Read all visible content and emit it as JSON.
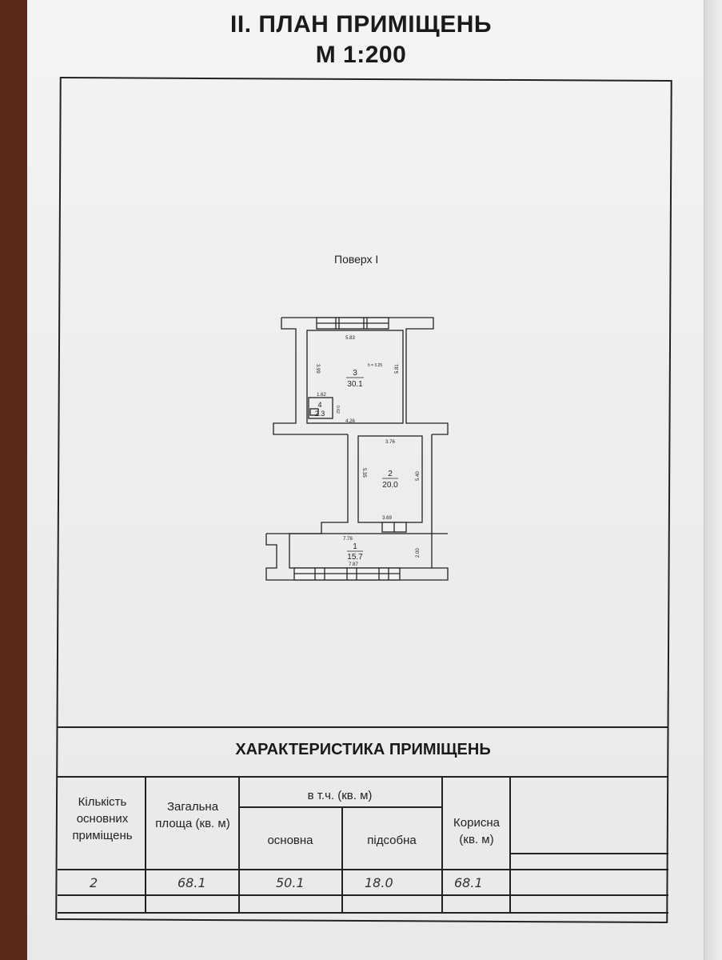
{
  "header": {
    "title": "II. ПЛАН ПРИМІЩЕНЬ",
    "scale": "М 1:200"
  },
  "plan": {
    "floor_label": "Поверх I",
    "rooms": [
      {
        "number": "3",
        "area": "30.1"
      },
      {
        "number": "4",
        "area": "2.3"
      },
      {
        "number": "2",
        "area": "20.0"
      },
      {
        "number": "1",
        "area": "15.7"
      }
    ],
    "dimensions": {
      "d583": "5.83",
      "d399": "3.99",
      "d581": "5.81",
      "d162": "1.62",
      "d062": "0.62",
      "d426": "4.26",
      "d376": "3.76",
      "d535": "5.35",
      "d540": "5.40",
      "d369": "3.69",
      "d778": "7.78",
      "d200": "2.00",
      "d787": "7.87",
      "h": "h = 3.25"
    }
  },
  "characteristics": {
    "title": "ХАРАКТЕРИСТИКА ПРИМІЩЕНЬ",
    "headers": {
      "count": "Кількість основних приміщень",
      "total": "Загальна площа (кв. м)",
      "incl": "в т.ч. (кв. м)",
      "main": "основна",
      "aux": "підсобна",
      "useful": "Корисна (кв. м)"
    },
    "values": {
      "count": "2",
      "total": "68.1",
      "main": "50.1",
      "aux": "18.0",
      "useful": "68.1"
    }
  }
}
